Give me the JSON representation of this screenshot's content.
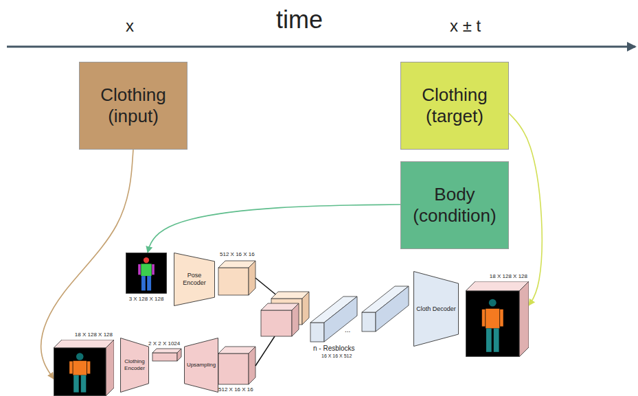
{
  "diagram": {
    "nodes": [
      {
        "text": [
          "Clothing (input)"
        ]
      },
      {
        "text": [
          "Clothing (target)"
        ]
      },
      {
        "text": [
          "Body (condition)"
        ]
      },
      {
        "text": [
          "3 X 128 X 128"
        ]
      },
      {
        "text": [
          "Pose Encoder"
        ]
      },
      {
        "text": [
          "18 X 128 X 128"
        ]
      },
      {
        "text": [
          "Cloth Decoder"
        ]
      },
      {
        "text": [
          "18 X 128 X 128"
        ]
      },
      {
        "text": [
          "Clothing Encoder"
        ]
      },
      {
        "text": [
          "Upsampling"
        ]
      }
    ],
    "edges": [
      {
        "from": 0,
        "to": 7,
        "arrow": "to"
      },
      {
        "from": 1,
        "to": 5,
        "arrow": "to"
      },
      {
        "from": 2,
        "to": 3,
        "arrow": "to"
      }
    ],
    "labels": [
      "x",
      "time",
      "x ± t",
      "512 X 16 X 16",
      "512 X 16 X 16",
      "2 X 2 X 1024",
      "n - Resblocks",
      "16 X 16 X 512",
      "..."
    ]
  }
}
